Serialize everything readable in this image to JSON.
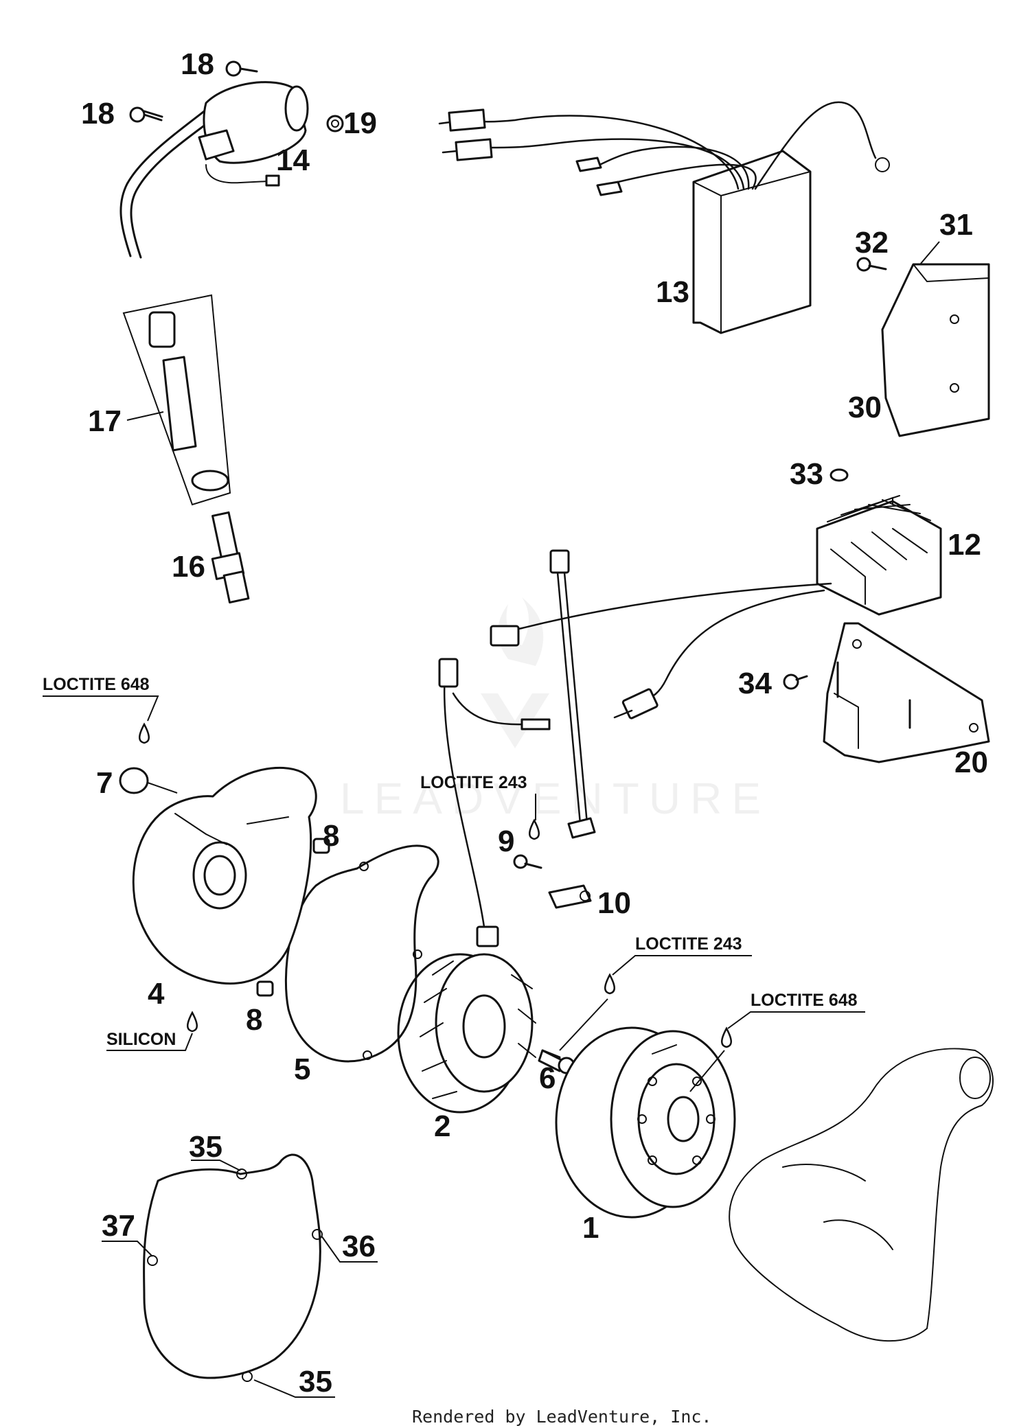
{
  "callouts": {
    "c1": "1",
    "c2": "2",
    "c4": "4",
    "c5": "5",
    "c6": "6",
    "c7": "7",
    "c8a": "8",
    "c8b": "8",
    "c9": "9",
    "c10": "10",
    "c12": "12",
    "c13": "13",
    "c14": "14",
    "c16": "16",
    "c17": "17",
    "c18a": "18",
    "c18b": "18",
    "c19": "19",
    "c20": "20",
    "c30": "30",
    "c31": "31",
    "c32": "32",
    "c33": "33",
    "c34": "34",
    "c35a": "35",
    "c35b": "35",
    "c36": "36",
    "c37": "37"
  },
  "notes": {
    "loctite648_left": "LOCTITE 648",
    "loctite243_mid": "LOCTITE 243",
    "loctite243_right": "LOCTITE 243",
    "loctite648_right": "LOCTITE 648",
    "silicon": "SILICON"
  },
  "watermark": "LEADVENTURE",
  "footer": "Rendered by LeadVenture, Inc."
}
